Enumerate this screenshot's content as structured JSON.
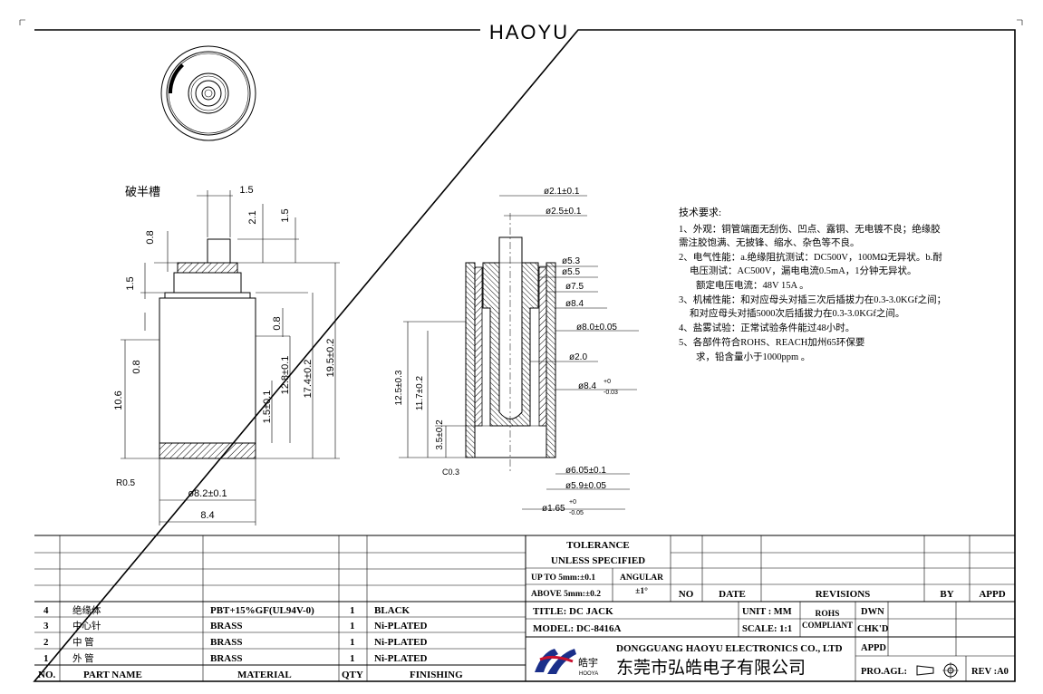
{
  "header": {
    "brand": "HAOYU"
  },
  "side_view": {
    "note_label": "破半槽",
    "dims": {
      "top_w": "1.5",
      "pin_h": "2.1",
      "pin_off": "1.5",
      "d08_a": "0.8",
      "d15": "1.5",
      "d08_b": "0.8",
      "d08_c": "0.8",
      "len106": "10.6",
      "len15": "1.5±0.1",
      "len128": "12.8±0.1",
      "len174": "17.4±0.2",
      "len195": "19.5±0.2",
      "radius": "R0.5",
      "dia82": "ø8.2±0.1",
      "w84": "8.4"
    }
  },
  "section_view": {
    "dims": {
      "d21": "ø2.1±0.1",
      "d25": "ø2.5±0.1",
      "d53": "ø5.3",
      "d55": "ø5.5",
      "d75": "ø7.5",
      "d84": "ø8.4",
      "d80": "ø8.0±0.05",
      "d20": "ø2.0",
      "d84b": "ø8.4",
      "d84b_tol_up": "+0",
      "d84b_tol_down": "-0.03",
      "h125": "12.5±0.3",
      "h117": "11.7±0.2",
      "h35": "3.5±0.2",
      "c03": "C0.3",
      "d605": "ø6.05±0.1",
      "d59": "ø5.9±0.05",
      "d165": "ø1.65",
      "d165_tol_up": "+0",
      "d165_tol_down": "-0.05"
    }
  },
  "requirements": {
    "title": "技术要求:",
    "lines": [
      "1、外观：铜管端面无刮伤、凹点、露铜、无电镀不良；绝缘胶",
      "需注胶饱满、无披锋、缩水、杂色等不良。",
      "2、电气性能：a.绝缘阻抗测试：DC500V，100MΩ无异状。b.耐",
      "电压测试：AC500V，漏电电流0.5mA，1分钟无异状。",
      "额定电压电流：48V  15A 。",
      "3、机械性能：和对应母头对插三次后插拔力在0.3-3.0KGf之间；",
      "和对应母头对插5000次后插拔力在0.3-3.0KGf之间。",
      "4、盐雾试验：正常试验条件能过48小时。",
      "5、各部件符合ROHS、REACH加州65环保要",
      "求，铅含量小于1000ppm 。"
    ]
  },
  "tolerance": {
    "title1": "TOLERANCE",
    "title2": "UNLESS   SPECIFIED",
    "upto": "UP TO 5mm:±0.1",
    "above": "ABOVE 5mm:±0.2",
    "angular": "ANGULAR",
    "angular_val": "±1°"
  },
  "revisions_header": {
    "no": "NO",
    "date": "DATE",
    "revisions": "REVISIONS",
    "by": "BY",
    "appd": "APPD"
  },
  "title_block": {
    "title": "TITLE: DC JACK",
    "model": "MODEL:  DC-8416A",
    "unit": "UNIT :  MM",
    "scale": "SCALE:  1:1",
    "rohs1": "ROHS",
    "rohs2": "COMPLIANT",
    "dwn": "DWN",
    "chkd": "CHK'D",
    "appd": "APPD",
    "company_en": "DONGGUANG HAOYU ELECTRONICS CO., LTD",
    "company_cn": "东莞市弘皓电子有限公司",
    "logo_cn": "皓宇",
    "logo_en": "HOOYA",
    "proagl": "PRO.AGL:",
    "rev": "REV :A0"
  },
  "bom": {
    "headers": {
      "no": "NO.",
      "part": "PART        NAME",
      "material": "MATERIAL",
      "qty": "QTY",
      "finishing": "FINISHING"
    },
    "rows": [
      {
        "no": "4",
        "part": "绝缘体",
        "material": "PBT+15%GF(UL94V-0)",
        "qty": "1",
        "finishing": "BLACK"
      },
      {
        "no": "3",
        "part": "中心针",
        "material": "BRASS",
        "qty": "1",
        "finishing": "Ni-PLATED"
      },
      {
        "no": "2",
        "part": "中    管",
        "material": "BRASS",
        "qty": "1",
        "finishing": "Ni-PLATED"
      },
      {
        "no": "1",
        "part": "外    管",
        "material": "BRASS",
        "qty": "1",
        "finishing": "Ni-PLATED"
      }
    ]
  }
}
